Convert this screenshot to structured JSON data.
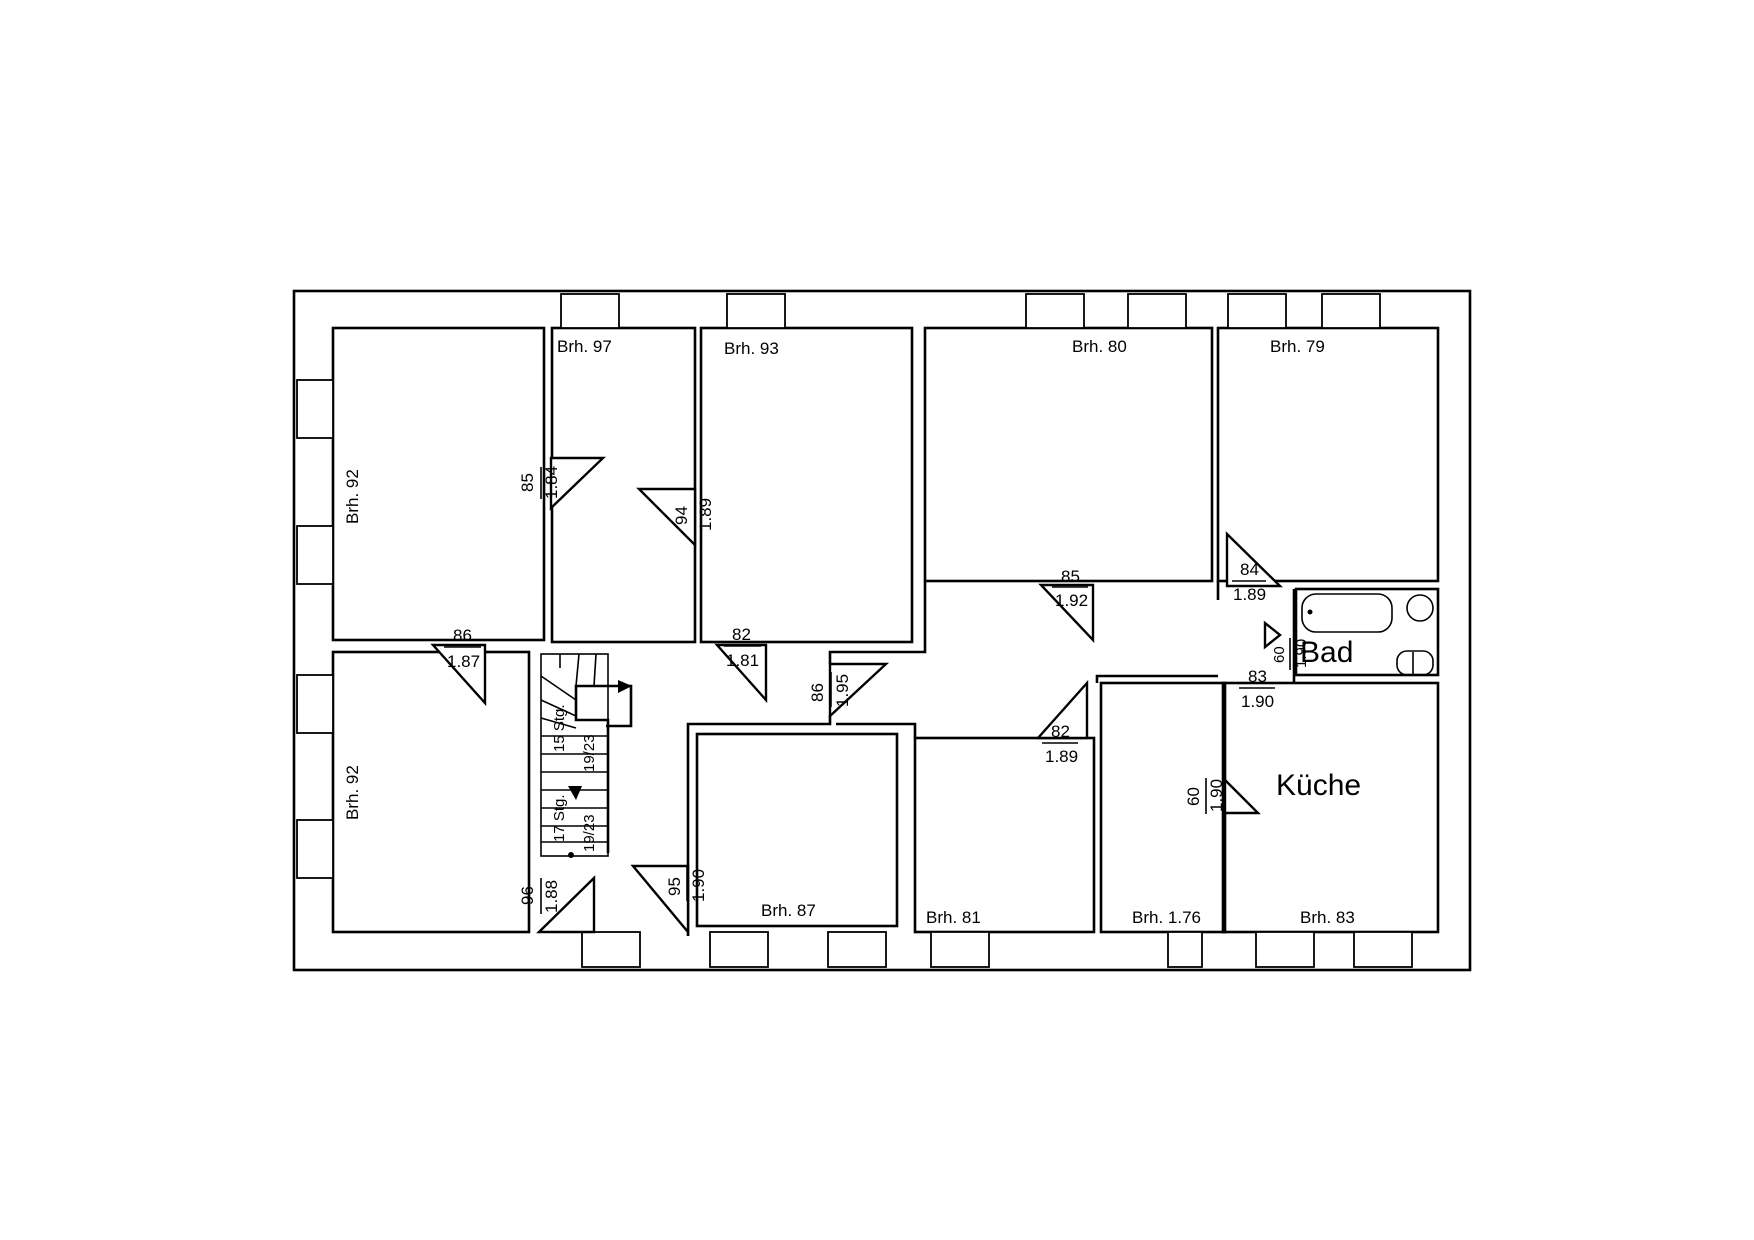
{
  "room_labels": {
    "bad": "Bad",
    "kueche": "Küche"
  },
  "sill_heights": {
    "r1_left": "Brh. 92",
    "r2": "Brh. 97",
    "r3": "Brh. 93",
    "r4": "Brh. 80",
    "r5": "Brh. 79",
    "r6_left": "Brh. 92",
    "r7": "Brh. 87",
    "r8": "Brh. 81",
    "r9": "Brh. 1.76",
    "r10": "Brh. 83"
  },
  "doors": [
    {
      "width": "85",
      "height": "1.84"
    },
    {
      "width": "94",
      "height": "1.89"
    },
    {
      "width": "86",
      "height": "1.87"
    },
    {
      "width": "82",
      "height": "1.81"
    },
    {
      "width": "86",
      "height": "1.95"
    },
    {
      "width": "85",
      "height": "1.92"
    },
    {
      "width": "84",
      "height": "1.89"
    },
    {
      "width": "60",
      "height": "1.90"
    },
    {
      "width": "83",
      "height": "1.90"
    },
    {
      "width": "82",
      "height": "1.89"
    },
    {
      "width": "60",
      "height": "1.90"
    },
    {
      "width": "96",
      "height": "1.88"
    },
    {
      "width": "95",
      "height": "1.90"
    }
  ],
  "stairs": {
    "steps_upper": "15 Stg.",
    "steps_lower": "17 Stg.",
    "rise_run_upper": "19/23",
    "rise_run_lower": "19/23"
  }
}
